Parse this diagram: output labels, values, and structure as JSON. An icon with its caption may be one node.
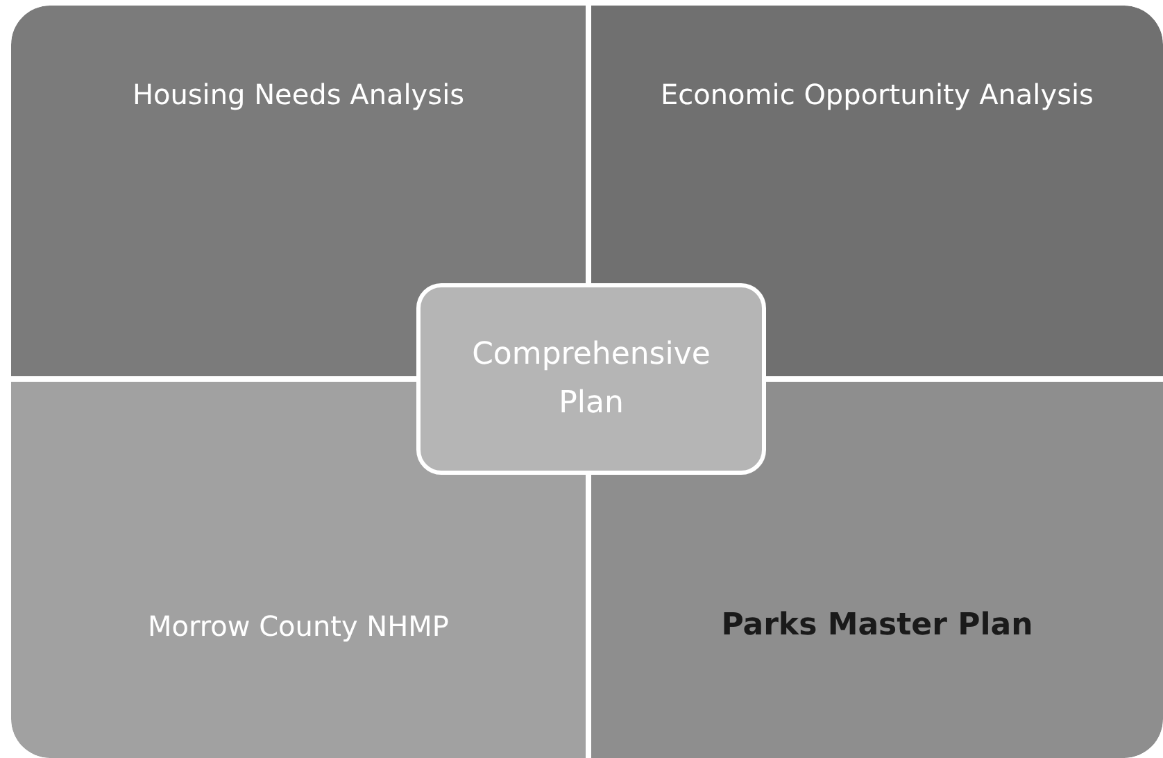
{
  "diagram": {
    "nodes": [
      {
        "text": [
          "Housing Needs Analysis"
        ]
      },
      {
        "text": [
          "Economic Opportunity Analysis"
        ]
      },
      {
        "text": [
          "Comprehensive Plan"
        ]
      },
      {
        "text": [
          "Morrow County NHMP"
        ]
      },
      {
        "text": [
          "Parks Master Plan"
        ]
      }
    ]
  }
}
